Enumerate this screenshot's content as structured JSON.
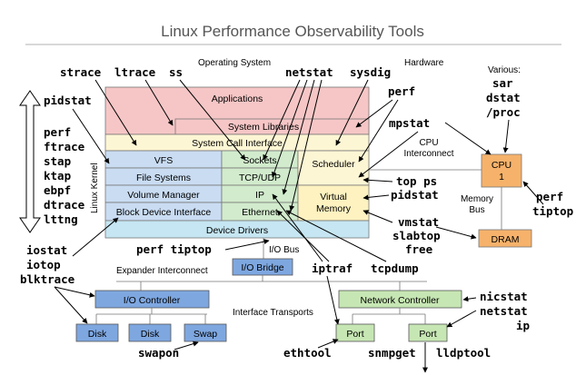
{
  "title": "Linux Performance Observability Tools",
  "section_labels": {
    "operating_system": "Operating System",
    "hardware": "Hardware",
    "various": "Various:",
    "linux_kernel": "Linux Kernel",
    "cpu_interconnect_1": "CPU",
    "cpu_interconnect_2": "Interconnect",
    "memory_bus_1": "Memory",
    "memory_bus_2": "Bus",
    "io_bus": "I/O Bus",
    "expander_interconnect": "Expander Interconnect",
    "interface_transports": "Interface Transports"
  },
  "boxes": {
    "applications": "Applications",
    "system_libraries": "System Libraries",
    "system_call_interface": "System Call Interface",
    "vfs": "VFS",
    "file_systems": "File Systems",
    "volume_manager": "Volume Manager",
    "block_device_interface": "Block Device Interface",
    "sockets": "Sockets",
    "tcp_udp": "TCP/UDP",
    "ip": "IP",
    "ethernet": "Ethernet",
    "scheduler": "Scheduler",
    "virtual_memory_1": "Virtual",
    "virtual_memory_2": "Memory",
    "device_drivers": "Device Drivers",
    "cpu_1": "CPU",
    "cpu_2": "1",
    "dram": "DRAM",
    "io_bridge": "I/O Bridge",
    "io_controller": "I/O Controller",
    "disk_1": "Disk",
    "disk_2": "Disk",
    "swap": "Swap",
    "network_controller": "Network Controller",
    "port_1": "Port",
    "port_2": "Port"
  },
  "tools": {
    "strace": "strace",
    "ltrace": "ltrace",
    "ss": "ss",
    "netstat_top": "netstat",
    "sysdig": "sysdig",
    "pidstat_left": "pidstat",
    "perf_right": "perf",
    "left_stack": [
      "perf",
      "ftrace",
      "stap",
      "ktap",
      "ebpf",
      "dtrace",
      "lttng"
    ],
    "various_stack": [
      "sar",
      "dstat",
      "/proc"
    ],
    "mpstat": "mpstat",
    "top_ps": "top ps",
    "pidstat_right": "pidstat",
    "perf_tiptop_right_1": "perf",
    "perf_tiptop_right_2": "tiptop",
    "vmstat_stack": [
      "vmstat",
      "slabtop",
      "free"
    ],
    "perf_tiptop_mid": "perf tiptop",
    "iostat_stack": [
      "iostat",
      "iotop",
      "blktrace"
    ],
    "iptraf": "iptraf",
    "tcpdump": "tcpdump",
    "nicstat_stack": [
      "nicstat",
      "netstat",
      "ip"
    ],
    "swapon": "swapon",
    "ethtool": "ethtool",
    "snmpget": "snmpget",
    "lldptool": "lldptool"
  },
  "colors": {
    "applications": "#f6c6c6",
    "syscall": "#fdf6d4",
    "fs_column": "#c9dcf2",
    "net_column": "#d1ebcc",
    "scheduler": "#fdf6d4",
    "virtual_memory": "#fdf2c0",
    "device_drivers": "#c5e6f2",
    "cpu": "#f6b26b",
    "dram": "#f6b26b",
    "io_blue": "#7ea7e0",
    "net_green": "#c6e6b3"
  }
}
